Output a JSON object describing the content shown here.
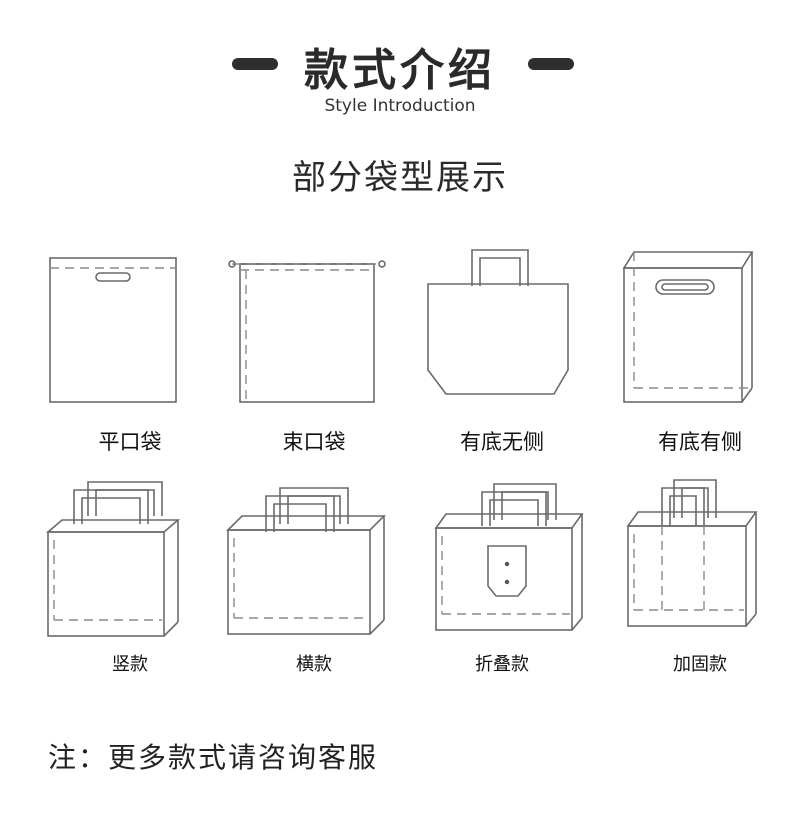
{
  "header": {
    "title_cn": "款式介绍",
    "title_en": "Style Introduction"
  },
  "subtitle": "部分袋型展示",
  "bags_row1": [
    {
      "label": "平口袋",
      "icon": "flat-mouth-bag-icon"
    },
    {
      "label": "束口袋",
      "icon": "drawstring-bag-icon"
    },
    {
      "label": "有底无侧",
      "icon": "bottom-no-side-bag-icon"
    },
    {
      "label": "有底有侧",
      "icon": "bottom-with-side-bag-icon"
    }
  ],
  "bags_row2": [
    {
      "label": "竖款",
      "icon": "vertical-tote-icon"
    },
    {
      "label": "横款",
      "icon": "horizontal-tote-icon"
    },
    {
      "label": "折叠款",
      "icon": "foldable-tote-icon"
    },
    {
      "label": "加固款",
      "icon": "reinforced-tote-icon"
    }
  ],
  "note": "注：更多款式请咨询客服",
  "colors": {
    "text": "#222222",
    "line": "#6a6a6a",
    "dash": "#2e2e2e"
  }
}
